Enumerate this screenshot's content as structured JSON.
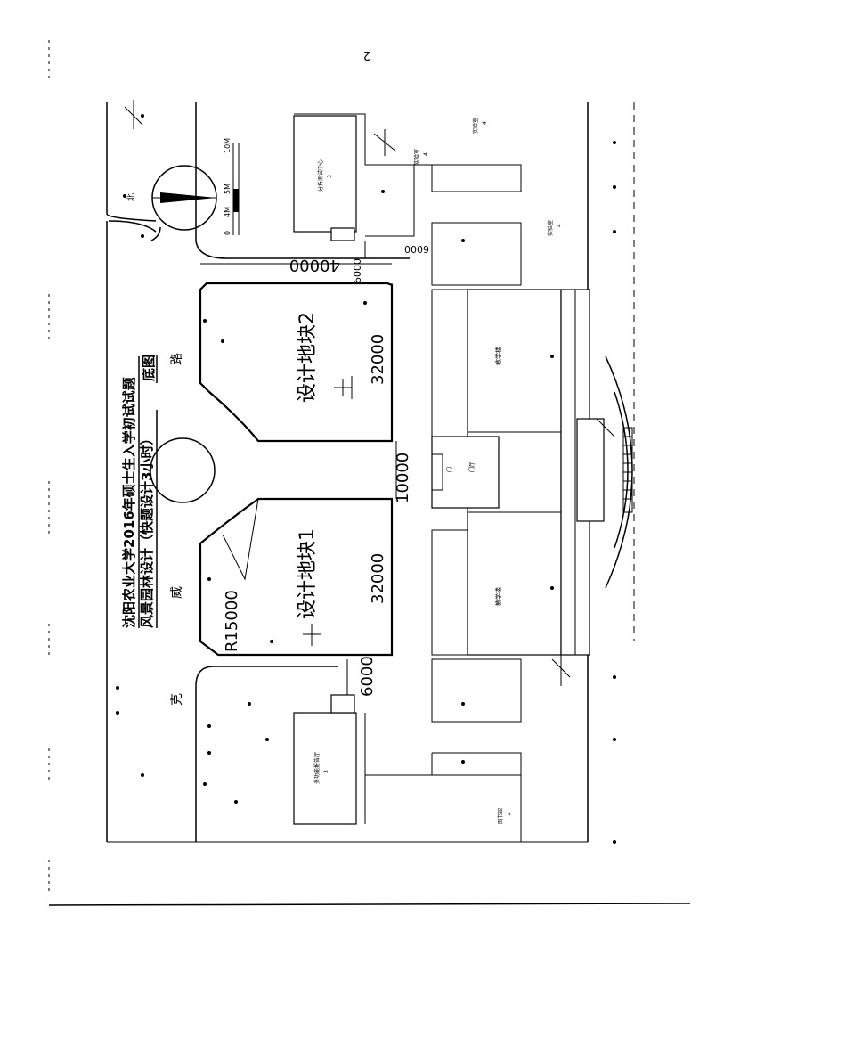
{
  "page_number": "2",
  "title_line1": "沈阳农业大学2016年硕士生入学初试试题",
  "title_line2": "风景园林设计（快题设计3小时）",
  "title_line3": "底图",
  "road_chars": [
    "克",
    "威",
    "路"
  ],
  "site1_label": "设计地块1",
  "site2_label": "设计地块2",
  "dims": {
    "d40000": "40000",
    "d6000a": "6000",
    "d6000b": "6000",
    "d6000c": "6000",
    "d10000": "10000",
    "d32000a": "32000",
    "d32000b": "32000",
    "r15000": "R15000"
  },
  "north_label": "北",
  "scale": {
    "m0": "0",
    "m4": "4M",
    "m5": "5M",
    "m10": "10M"
  },
  "buildings": {
    "analysis_center": "分析测试中心",
    "analysis_center_floors": "3",
    "multimedia_hall": "多功能报告厅",
    "multimedia_hall_floors": "3",
    "teaching_a": "教学楼",
    "teaching_b": "教学楼",
    "lab1": "实验室",
    "lab1_floors": "4",
    "lab2": "实验室",
    "lab2_floors": "4",
    "lab3": "实验室",
    "lab3_floors": "4",
    "library": "图书馆",
    "library_floors": "4",
    "hall": "门厅",
    "gate": "门"
  }
}
